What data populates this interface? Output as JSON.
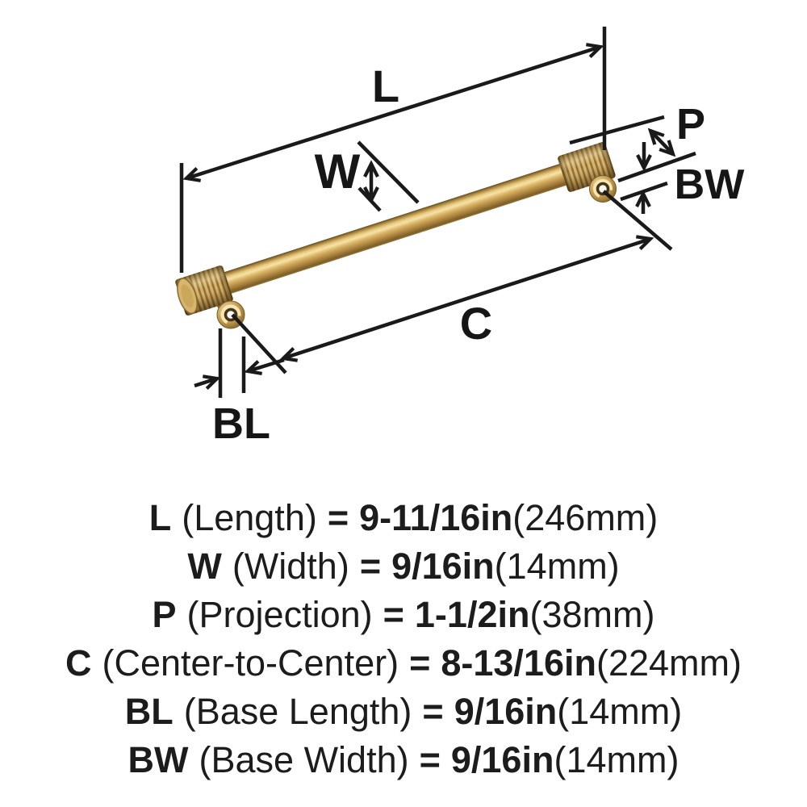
{
  "diagram": {
    "labels": {
      "L": "L",
      "W": "W",
      "P": "P",
      "BW": "BW",
      "C": "C",
      "BL": "BL"
    },
    "colors": {
      "line_color": "#1a1a1a",
      "label_color": "#161616",
      "handle_gold": "#c9a45a",
      "handle_highlight": "#f3dc9e",
      "handle_shadow": "#7d5f26",
      "knurl_dark": "#8f6c31",
      "knurl_light": "#d7b36a",
      "background": "#ffffff"
    }
  },
  "legend": {
    "eq": "=",
    "rows": [
      {
        "abbr": "L",
        "term": "(Length)",
        "value": "9-11/16in",
        "metric": "(246mm)"
      },
      {
        "abbr": "W",
        "term": "(Width)",
        "value": "9/16in",
        "metric": "(14mm)"
      },
      {
        "abbr": "P",
        "term": "(Projection)",
        "value": "1-1/2in",
        "metric": "(38mm)"
      },
      {
        "abbr": "C",
        "term": "(Center-to-Center)",
        "value": "8-13/16in",
        "metric": "(224mm)"
      },
      {
        "abbr": "BL",
        "term": "(Base Length)",
        "value": "9/16in",
        "metric": "(14mm)"
      },
      {
        "abbr": "BW",
        "term": "(Base Width)",
        "value": "9/16in",
        "metric": "(14mm)"
      }
    ]
  }
}
